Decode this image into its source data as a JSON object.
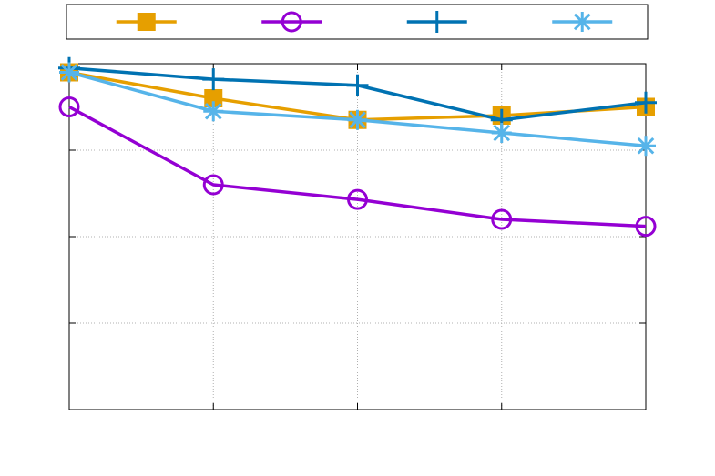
{
  "chart_data": {
    "type": "line",
    "title": "",
    "xlabel": "",
    "ylabel": "",
    "x": [
      1,
      2,
      3,
      4,
      5
    ],
    "xlim": [
      1,
      5
    ],
    "ylim": [
      0,
      4
    ],
    "grid": true,
    "legend_position": "top",
    "series": [
      {
        "key": "s1",
        "values": [
          3.9,
          3.6,
          3.35,
          3.4,
          3.5
        ],
        "color": "#e69f00",
        "marker": "filled-square"
      },
      {
        "key": "s2",
        "values": [
          3.5,
          2.6,
          2.43,
          2.2,
          2.12
        ],
        "color": "#9400d3",
        "marker": "open-circle"
      },
      {
        "key": "s3",
        "values": [
          3.95,
          3.82,
          3.75,
          3.35,
          3.55
        ],
        "color": "#0072b2",
        "marker": "plus"
      },
      {
        "key": "s4",
        "values": [
          3.9,
          3.45,
          3.35,
          3.2,
          3.05
        ],
        "color": "#56b4e9",
        "marker": "asterisk"
      }
    ]
  }
}
